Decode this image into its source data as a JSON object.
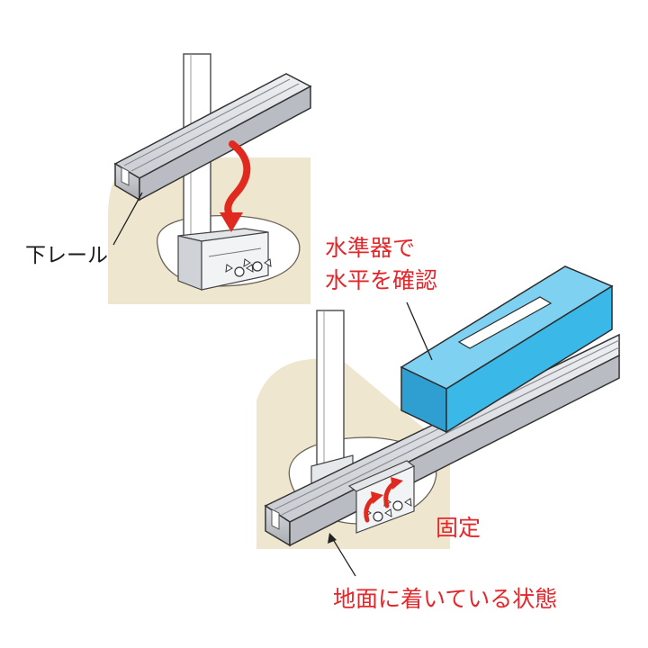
{
  "labels": {
    "lower_rail": "下レール",
    "level_line1": "水準器で",
    "level_line2": "水平を確認",
    "fix": "固定",
    "ground_state": "地面に着いている状態"
  },
  "colors": {
    "label_red": "#e5262a",
    "arrow_red": "#e02a20",
    "level_blue": "#3ab8e8",
    "ground": "#ece4cc",
    "rail_gray": "#d4d6da"
  }
}
